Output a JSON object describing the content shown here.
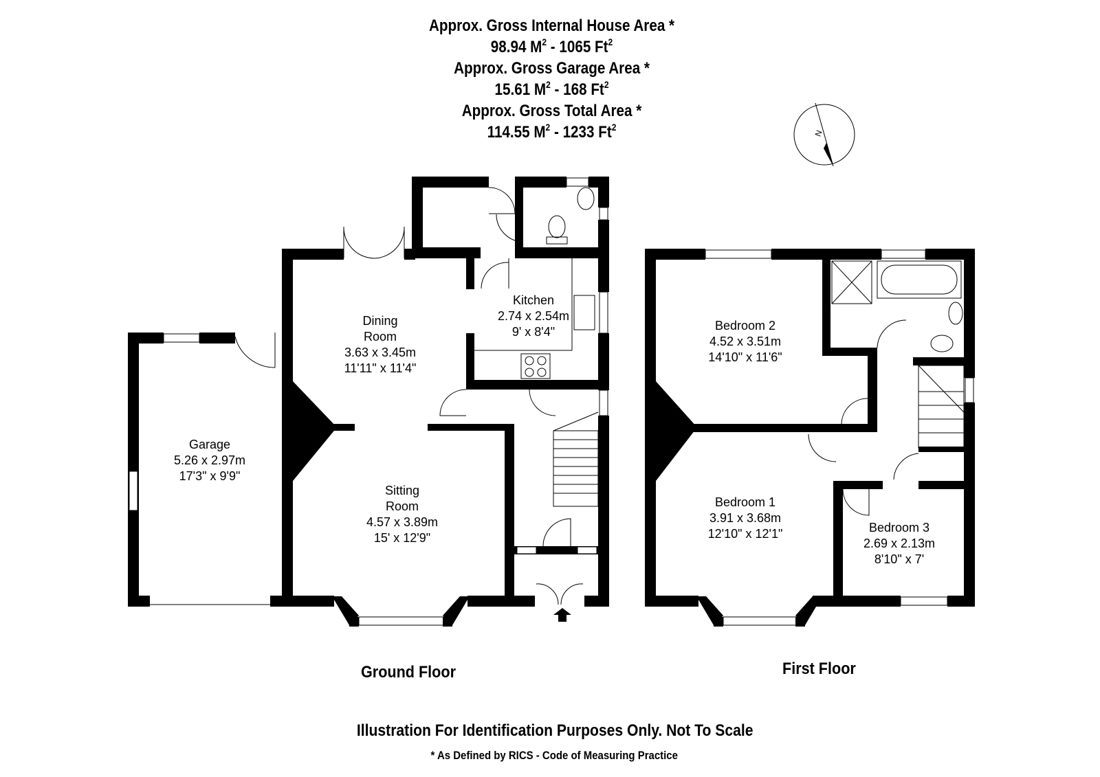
{
  "header": {
    "house_label": "Approx. Gross Internal House Area *",
    "house_m2": "98.94 M",
    "house_ft2": "1065 Ft",
    "garage_label": "Approx. Gross Garage Area *",
    "garage_m2": "15.61 M",
    "garage_ft2": "168 Ft",
    "total_label": "Approx. Gross Total Area *",
    "total_m2": "114.55 M",
    "total_ft2": "1233 Ft",
    "sq": "2",
    "sep1": " - ",
    "sep2": " -",
    "sep3": " - "
  },
  "compass": {
    "letter": "N"
  },
  "ground_floor": {
    "label": "Ground Floor",
    "rooms": {
      "garage": {
        "name": "Garage",
        "metric": "5.26 x 2.97m",
        "imperial": "17'3\" x 9'9\""
      },
      "dining": {
        "name1": "Dining",
        "name2": "Room",
        "metric": "3.63 x 3.45m",
        "imperial": "11'11\" x 11'4\""
      },
      "kitchen": {
        "name": "Kitchen",
        "metric": "2.74 x 2.54m",
        "imperial": "9' x 8'4\""
      },
      "sitting": {
        "name1": "Sitting",
        "name2": "Room",
        "metric": "4.57 x 3.89m",
        "imperial": "15' x 12'9\""
      }
    }
  },
  "first_floor": {
    "label": "First Floor",
    "rooms": {
      "bedroom2": {
        "name": "Bedroom 2",
        "metric": "4.52 x 3.51m",
        "imperial": "14'10\" x 11'6\""
      },
      "bedroom1": {
        "name": "Bedroom 1",
        "metric": "3.91 x 3.68m",
        "imperial": "12'10\" x 12'1\""
      },
      "bedroom3": {
        "name": "Bedroom 3",
        "metric": "2.69 x 2.13m",
        "imperial": "8'10\" x 7'"
      }
    }
  },
  "footer": {
    "disclaimer": "Illustration For Identification Purposes Only. Not To Scale",
    "note": "* As Defined by RICS - Code of Measuring Practice"
  }
}
